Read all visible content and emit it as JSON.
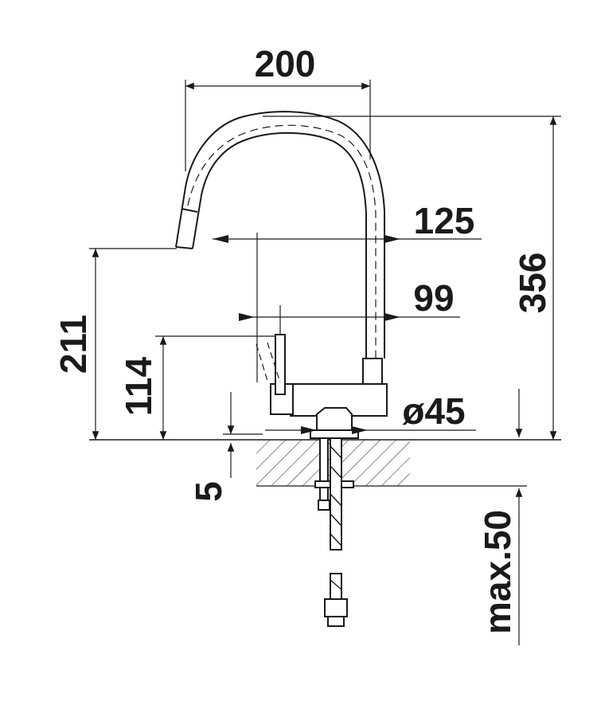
{
  "drawing": {
    "dimensions": {
      "width_overall": "200",
      "height_overall": "356",
      "spout_reach": "125",
      "lever_reach": "99",
      "spout_outlet_height": "211",
      "lever_height": "114",
      "base_diameter": "ø45",
      "mount_depth_offset": "5",
      "max_counter_thickness": "max.50"
    }
  }
}
